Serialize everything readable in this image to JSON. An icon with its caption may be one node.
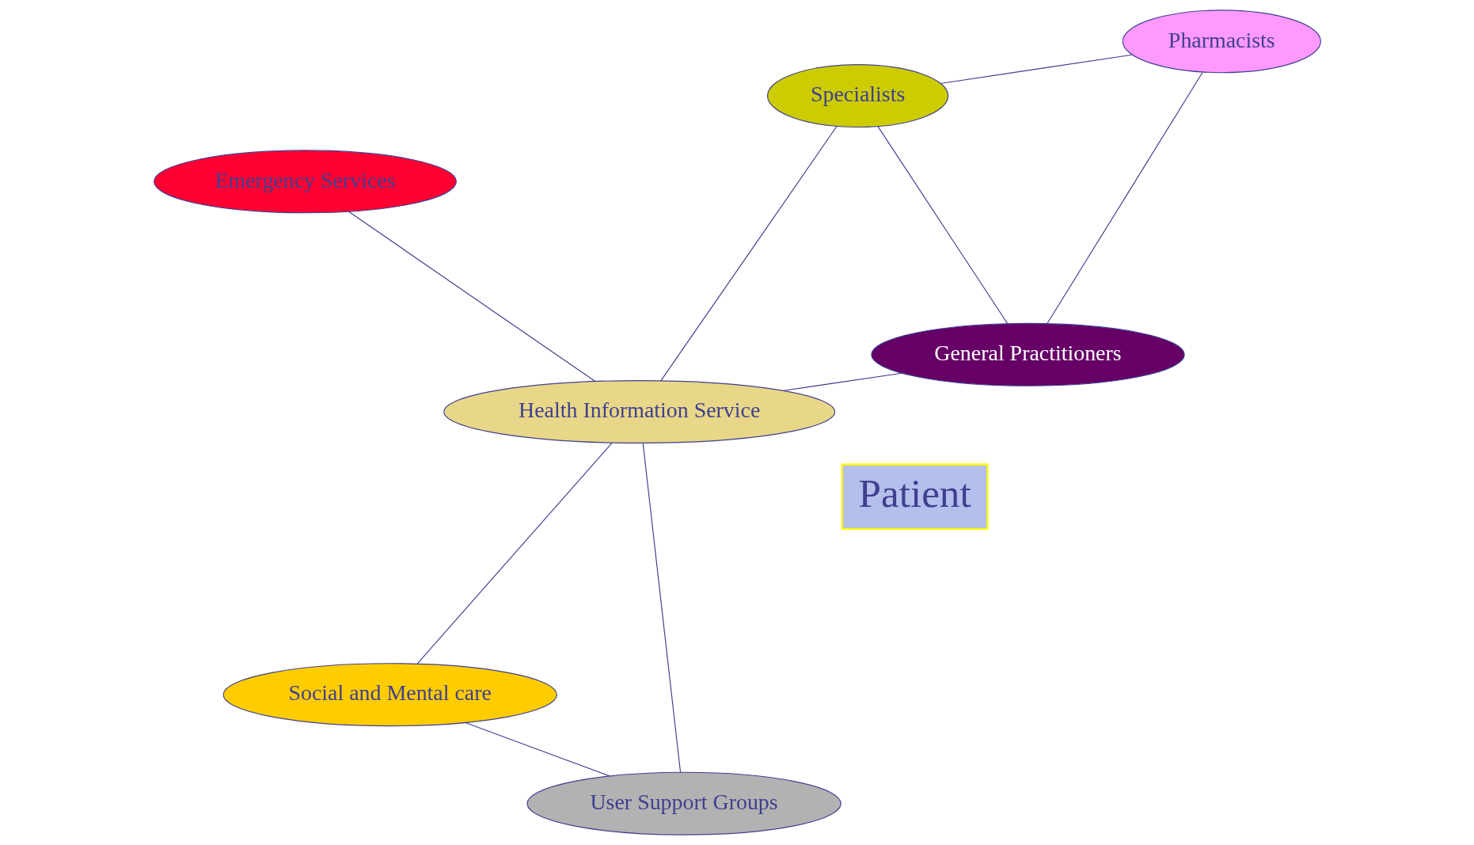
{
  "diagram": {
    "nodes": [
      {
        "text": [
          "Emergency Services"
        ]
      },
      {
        "text": [
          "General Practitioners"
        ]
      },
      {
        "text": [
          "Health Information Service"
        ]
      },
      {
        "text": [
          "Patient"
        ]
      },
      {
        "text": [
          "Pharmacists"
        ]
      },
      {
        "text": [
          "Specialists"
        ]
      },
      {
        "text": [
          "Social and Mental care"
        ]
      },
      {
        "text": [
          "User Support Groups"
        ]
      }
    ],
    "edges": [
      {
        "from": 0,
        "to": 2,
        "arrow": "none"
      },
      {
        "from": 2,
        "to": 1,
        "arrow": "none"
      },
      {
        "from": 2,
        "to": 5,
        "arrow": "none"
      },
      {
        "from": 2,
        "to": 6,
        "arrow": "none"
      },
      {
        "from": 2,
        "to": 7,
        "arrow": "none"
      },
      {
        "from": 1,
        "to": 5,
        "arrow": "none"
      },
      {
        "from": 1,
        "to": 4,
        "arrow": "none"
      },
      {
        "from": 5,
        "to": 4,
        "arrow": "none"
      },
      {
        "from": 6,
        "to": 7,
        "arrow": "none"
      }
    ]
  }
}
